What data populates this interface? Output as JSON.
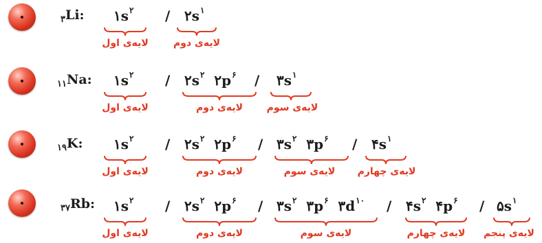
{
  "colors": {
    "label": "#e03a22",
    "text": "#1c1c1c",
    "atom": "#d8321f"
  },
  "rows": [
    {
      "z": "۳",
      "symbol": "Li:",
      "groups": [
        {
          "text": "۱s",
          "sup": "۲",
          "label": "لایەی اول"
        },
        {
          "text": "۲s",
          "sup": "۱",
          "label": "لایەی دوم"
        }
      ]
    },
    {
      "z": "۱۱",
      "symbol": "Na:",
      "groups": [
        {
          "text": "۱s",
          "sup": "۲",
          "label": "لایەی اول"
        },
        {
          "text": "۲s",
          "sup": "۲",
          "text2": "۲p",
          "sup2": "۶",
          "label": "لایەی دوم"
        },
        {
          "text": "۳s",
          "sup": "۱",
          "label": "لایەی سوم"
        }
      ]
    },
    {
      "z": "۱۹",
      "symbol": "K:",
      "groups": [
        {
          "text": "۱s",
          "sup": "۲",
          "label": "لایەی اول"
        },
        {
          "text": "۲s",
          "sup": "۲",
          "text2": "۲p",
          "sup2": "۶",
          "label": "لایەی دوم"
        },
        {
          "text": "۳s",
          "sup": "۲",
          "text2": "۳p",
          "sup2": "۶",
          "label": "لایەی سوم"
        },
        {
          "text": "۴s",
          "sup": "۱",
          "label": "لایەی چهارم"
        }
      ]
    },
    {
      "z": "۳۷",
      "symbol": "Rb:",
      "groups": [
        {
          "text": "۱s",
          "sup": "۲",
          "label": "لایەی اول"
        },
        {
          "text": "۲s",
          "sup": "۲",
          "text2": "۲p",
          "sup2": "۶",
          "label": "لایەی دوم"
        },
        {
          "text": "۳s",
          "sup": "۲",
          "text2": "۳p",
          "sup2": "۶",
          "text3": "۳d",
          "sup3": "۱۰",
          "label": "لایەی سوم"
        },
        {
          "text": "۴s",
          "sup": "۲",
          "text2": "۴p",
          "sup2": "۶",
          "label": "لایەی چهارم"
        },
        {
          "text": "۵s",
          "sup": "۱",
          "label": "لایەی پنجم"
        }
      ]
    }
  ]
}
